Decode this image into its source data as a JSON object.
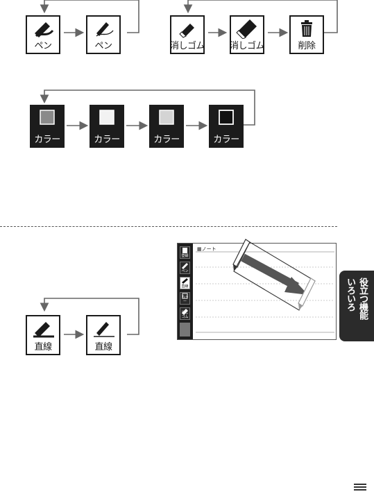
{
  "row1": {
    "pen_a": "ペン",
    "pen_b": "ペン"
  },
  "row2": {
    "eraser_a": "消しゴム",
    "eraser_b": "消しゴム",
    "delete": "削除"
  },
  "row3": {
    "color_1": "カラー",
    "color_2": "カラー",
    "color_3": "カラー",
    "color_4": "カラー"
  },
  "row4": {
    "line_a": "直線",
    "line_b": "直線"
  },
  "screenshot": {
    "title": "ノート",
    "tools": [
      "登録",
      "ペン",
      "直線",
      "カラー",
      "消しゴム"
    ]
  },
  "side_tab": {
    "line1": "役立つ機能",
    "line2": "いろいろ"
  },
  "colors": {
    "dark": "#1c1c1c",
    "arrow": "#666666",
    "swatch_dark": "#8a8a8a",
    "swatch_light": "#d4d4d4"
  }
}
